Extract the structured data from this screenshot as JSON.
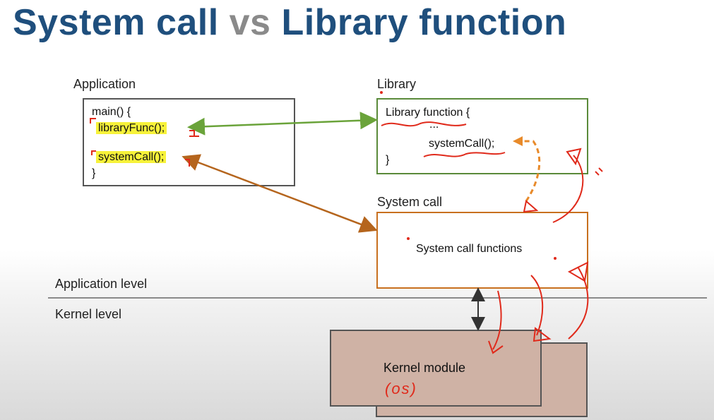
{
  "title": {
    "part1": "System call",
    "part2": "vs",
    "part3": "Library function"
  },
  "application": {
    "label": "Application",
    "code": {
      "main": "main() {",
      "lib_call": "libraryFunc();",
      "sys_call": "systemCall();",
      "close": "}"
    }
  },
  "library": {
    "label": "Library",
    "code": {
      "header": "Library function {",
      "dots": "...",
      "sys_call": "systemCall();",
      "close": "}"
    }
  },
  "system_call": {
    "label": "System call",
    "box_text": "System call functions"
  },
  "levels": {
    "application": "Application level",
    "kernel": "Kernel level"
  },
  "kernel": {
    "module": "Kernel module",
    "note": "(os)"
  },
  "colors": {
    "title_blue": "#1f4f7d",
    "title_gray": "#8a8a8a",
    "library_border": "#5a8a3a",
    "syscall_border": "#c8701f",
    "green_arrow": "#6aa33a",
    "brown_arrow": "#b5651d",
    "annotation_red": "#e02a1b",
    "highlight": "#f7f23a",
    "kernel_fill": "#cfb2a5"
  }
}
